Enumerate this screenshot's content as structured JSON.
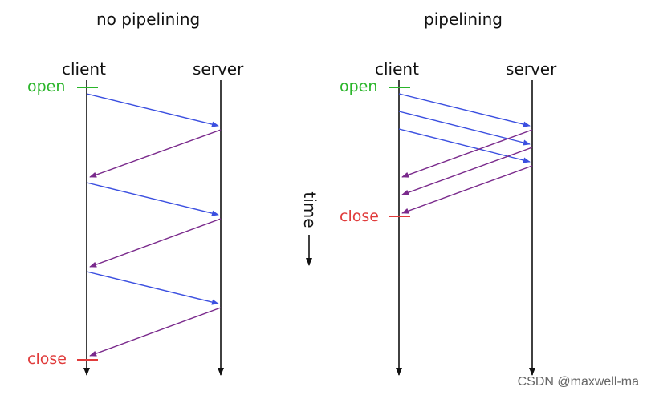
{
  "colors": {
    "line": "#111111",
    "request": "#3b4fe0",
    "response": "#7a2a8c",
    "open": "#2ab52a",
    "close": "#e03b3b"
  },
  "left": {
    "title": "no pipelining",
    "client_label": "client",
    "server_label": "server",
    "open_label": "open",
    "close_label": "close"
  },
  "right": {
    "title": "pipelining",
    "client_label": "client",
    "server_label": "server",
    "open_label": "open",
    "close_label": "close"
  },
  "time_label": "time",
  "watermark": "CSDN @maxwell-ma"
}
